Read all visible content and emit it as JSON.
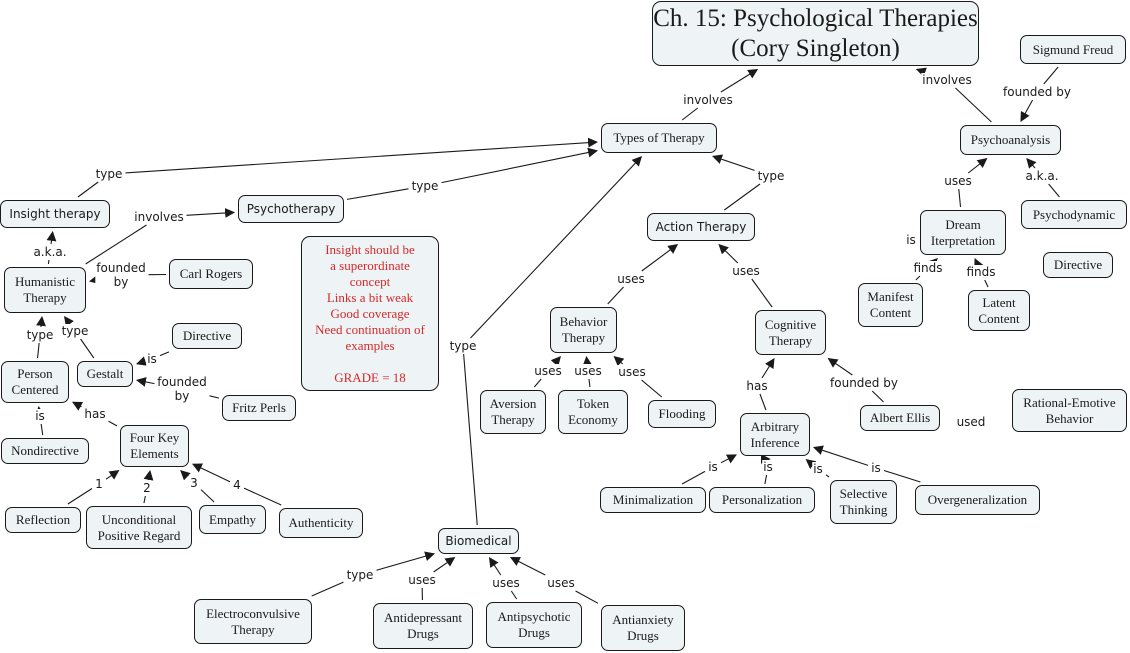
{
  "map": {
    "title": "Ch. 15: Psychological Therapies\n(Cory Singleton)",
    "note": "Insight should be\na superordinate\nconcept\nLinks a bit weak\nGood coverage\nNeed continuation of\nexamples\n\nGRADE = 18",
    "colors": {
      "node_fill": "#eef3f6",
      "node_border": "#1a1a1a",
      "note_text": "#d42a2a",
      "line": "#1a1a1a"
    },
    "concepts": {
      "types_of_therapy": "Types of Therapy",
      "sigmund_freud": "Sigmund Freud",
      "psychoanalysis": "Psychoanalysis",
      "insight_therapy": "Insight therapy",
      "psychotherapy": "Psychotherapy",
      "action_therapy": "Action Therapy",
      "psychodynamic": "Psychodynamic",
      "humanistic_therapy": "Humanistic\nTherapy",
      "carl_rogers": "Carl Rogers",
      "dream_interpretation": "Dream\nIterpretation",
      "directive_psa": "Directive",
      "manifest_content": "Manifest\nContent",
      "latent_content": "Latent\nContent",
      "directive_gestalt": "Directive",
      "behavior_therapy": "Behavior\nTherapy",
      "cognitive_therapy": "Cognitive\nTherapy",
      "person_centered": "Person\nCentered",
      "gestalt": "Gestalt",
      "fritz_perls": "Fritz Perls",
      "nondirective": "Nondirective",
      "four_key_elements": "Four Key\nElements",
      "aversion_therapy": "Aversion\nTherapy",
      "token_economy": "Token\nEconomy",
      "flooding": "Flooding",
      "arbitrary_inference": "Arbitrary\nInference",
      "albert_ellis": "Albert Ellis",
      "rational_emotive": "Rational-Emotive\nBehavior",
      "reflection": "Reflection",
      "unconditional_positive_regard": "Unconditional\nPositive Regard",
      "empathy": "Empathy",
      "authenticity": "Authenticity",
      "minimalization": "Minimalization",
      "personalization": "Personalization",
      "selective_thinking": "Selective\nThinking",
      "overgeneralization": "Overgeneralization",
      "biomedical": "Biomedical",
      "electroconvulsive_therapy": "Electroconvulsive\nTherapy",
      "antidepressant_drugs": "Antidepressant\nDrugs",
      "antipsychotic_drugs": "Antipsychotic\nDrugs",
      "antianxiety_drugs": "Antianxiety\nDrugs"
    },
    "links": [
      {
        "id": "involves_tot",
        "text": "involves",
        "from": "types_of_therapy",
        "to": "title"
      },
      {
        "id": "involves_psa",
        "text": "involves",
        "from": "psychoanalysis",
        "to": "title"
      },
      {
        "id": "founded_by_freud",
        "text": "founded by",
        "from": "sigmund_freud",
        "to": "psychoanalysis"
      },
      {
        "id": "type_insight",
        "text": "type",
        "from": "insight_therapy",
        "to": "types_of_therapy"
      },
      {
        "id": "type_psychotherapy",
        "text": "type",
        "from": "psychotherapy",
        "to": "types_of_therapy"
      },
      {
        "id": "type_action",
        "text": "type",
        "from": "action_therapy",
        "to": "types_of_therapy"
      },
      {
        "id": "type_biomedical",
        "text": "type",
        "from": "biomedical",
        "to": "types_of_therapy"
      },
      {
        "id": "uses_dream",
        "text": "uses",
        "from": "dream_interpretation",
        "to": "psychoanalysis"
      },
      {
        "id": "aka_psychodynamic",
        "text": "a.k.a.",
        "from": "psychodynamic",
        "to": "psychoanalysis"
      },
      {
        "id": "is_directive_psa",
        "text": "is",
        "from": "directive_psa",
        "to": "dream_interpretation"
      },
      {
        "id": "finds_manifest",
        "text": "finds",
        "from": "manifest_content",
        "to": "dream_interpretation"
      },
      {
        "id": "finds_latent",
        "text": "finds",
        "from": "latent_content",
        "to": "dream_interpretation"
      },
      {
        "id": "involves_humanistic",
        "text": "involves",
        "from": "humanistic_therapy",
        "to": "psychotherapy"
      },
      {
        "id": "aka_insight",
        "text": "a.k.a.",
        "from": "humanistic_therapy",
        "to": "insight_therapy"
      },
      {
        "id": "founded_by_rogers",
        "text": "founded\nby",
        "from": "carl_rogers",
        "to": "humanistic_therapy"
      },
      {
        "id": "type_person_centered",
        "text": "type",
        "from": "person_centered",
        "to": "humanistic_therapy"
      },
      {
        "id": "type_gestalt",
        "text": "type",
        "from": "gestalt",
        "to": "humanistic_therapy"
      },
      {
        "id": "is_directive_gestalt",
        "text": "is",
        "from": "directive_gestalt",
        "to": "gestalt"
      },
      {
        "id": "founded_by_perls",
        "text": "founded\nby",
        "from": "fritz_perls",
        "to": "gestalt"
      },
      {
        "id": "is_nondirective",
        "text": "is",
        "from": "nondirective",
        "to": "person_centered"
      },
      {
        "id": "has_four_key",
        "text": "has",
        "from": "four_key_elements",
        "to": "person_centered"
      },
      {
        "id": "elem_1",
        "text": "1",
        "from": "reflection",
        "to": "four_key_elements"
      },
      {
        "id": "elem_2",
        "text": "2",
        "from": "unconditional_positive_regard",
        "to": "four_key_elements"
      },
      {
        "id": "elem_3",
        "text": "3",
        "from": "empathy",
        "to": "four_key_elements"
      },
      {
        "id": "elem_4",
        "text": "4",
        "from": "authenticity",
        "to": "four_key_elements"
      },
      {
        "id": "uses_behavior",
        "text": "uses",
        "from": "behavior_therapy",
        "to": "action_therapy"
      },
      {
        "id": "uses_cognitive",
        "text": "uses",
        "from": "cognitive_therapy",
        "to": "action_therapy"
      },
      {
        "id": "uses_aversion",
        "text": "uses",
        "from": "aversion_therapy",
        "to": "behavior_therapy"
      },
      {
        "id": "uses_token",
        "text": "uses",
        "from": "token_economy",
        "to": "behavior_therapy"
      },
      {
        "id": "uses_flooding",
        "text": "uses",
        "from": "flooding",
        "to": "behavior_therapy"
      },
      {
        "id": "has_arbitrary",
        "text": "has",
        "from": "arbitrary_inference",
        "to": "cognitive_therapy"
      },
      {
        "id": "founded_by_ellis",
        "text": "founded by",
        "from": "albert_ellis",
        "to": "cognitive_therapy"
      },
      {
        "id": "used_rational",
        "text": "used",
        "from": "rational_emotive",
        "to": "albert_ellis"
      },
      {
        "id": "is_minimalization",
        "text": "is",
        "from": "minimalization",
        "to": "arbitrary_inference"
      },
      {
        "id": "is_personalization",
        "text": "is",
        "from": "personalization",
        "to": "arbitrary_inference"
      },
      {
        "id": "is_selective",
        "text": "is",
        "from": "selective_thinking",
        "to": "arbitrary_inference"
      },
      {
        "id": "is_overgeneralization",
        "text": "is",
        "from": "overgeneralization",
        "to": "arbitrary_inference"
      },
      {
        "id": "type_ect",
        "text": "type",
        "from": "electroconvulsive_therapy",
        "to": "biomedical"
      },
      {
        "id": "uses_antidepressant",
        "text": "uses",
        "from": "antidepressant_drugs",
        "to": "biomedical"
      },
      {
        "id": "uses_antipsychotic",
        "text": "uses",
        "from": "antipsychotic_drugs",
        "to": "biomedical"
      },
      {
        "id": "uses_antianxiety",
        "text": "uses",
        "from": "antianxiety_drugs",
        "to": "biomedical"
      }
    ]
  }
}
